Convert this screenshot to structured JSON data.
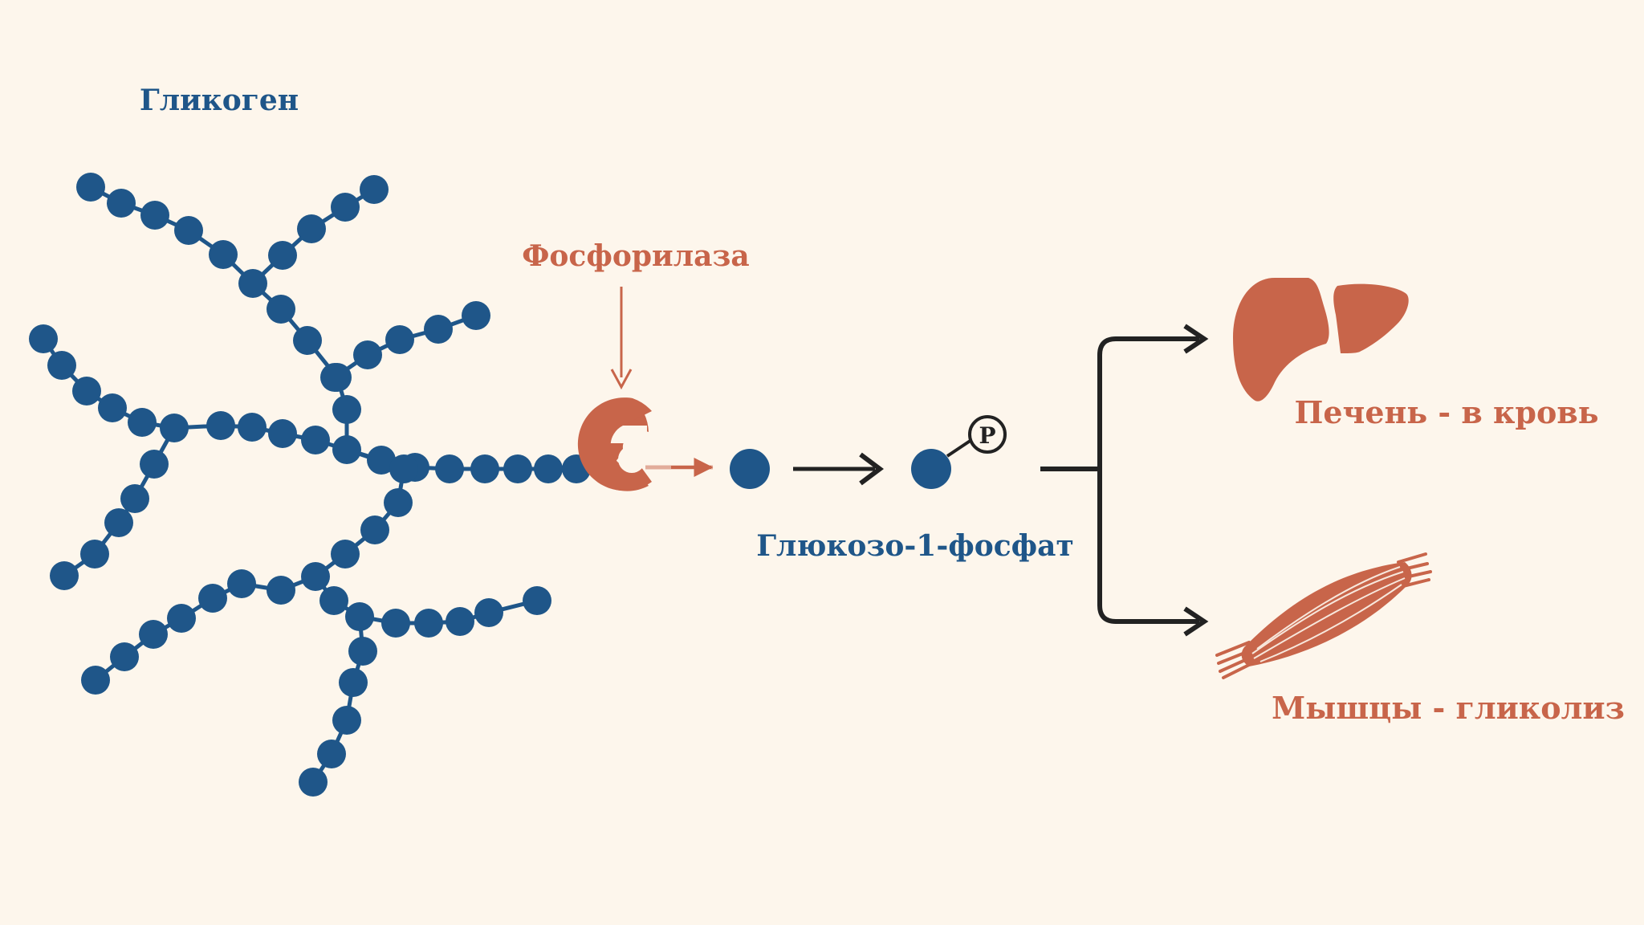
{
  "labels": {
    "glycogen": "Гликоген",
    "phosphorylase": "Фосфорилаза",
    "product": "Глюкозо-1-фосфат",
    "phosphate": "P",
    "liver_fate": "Печень - в кровь",
    "muscle_fate": "Мышцы - гликолиз"
  },
  "colors": {
    "glucose": "#1f5689",
    "enzyme": "#c8654a",
    "arrow": "#222222",
    "background": "#fdf6ec"
  }
}
